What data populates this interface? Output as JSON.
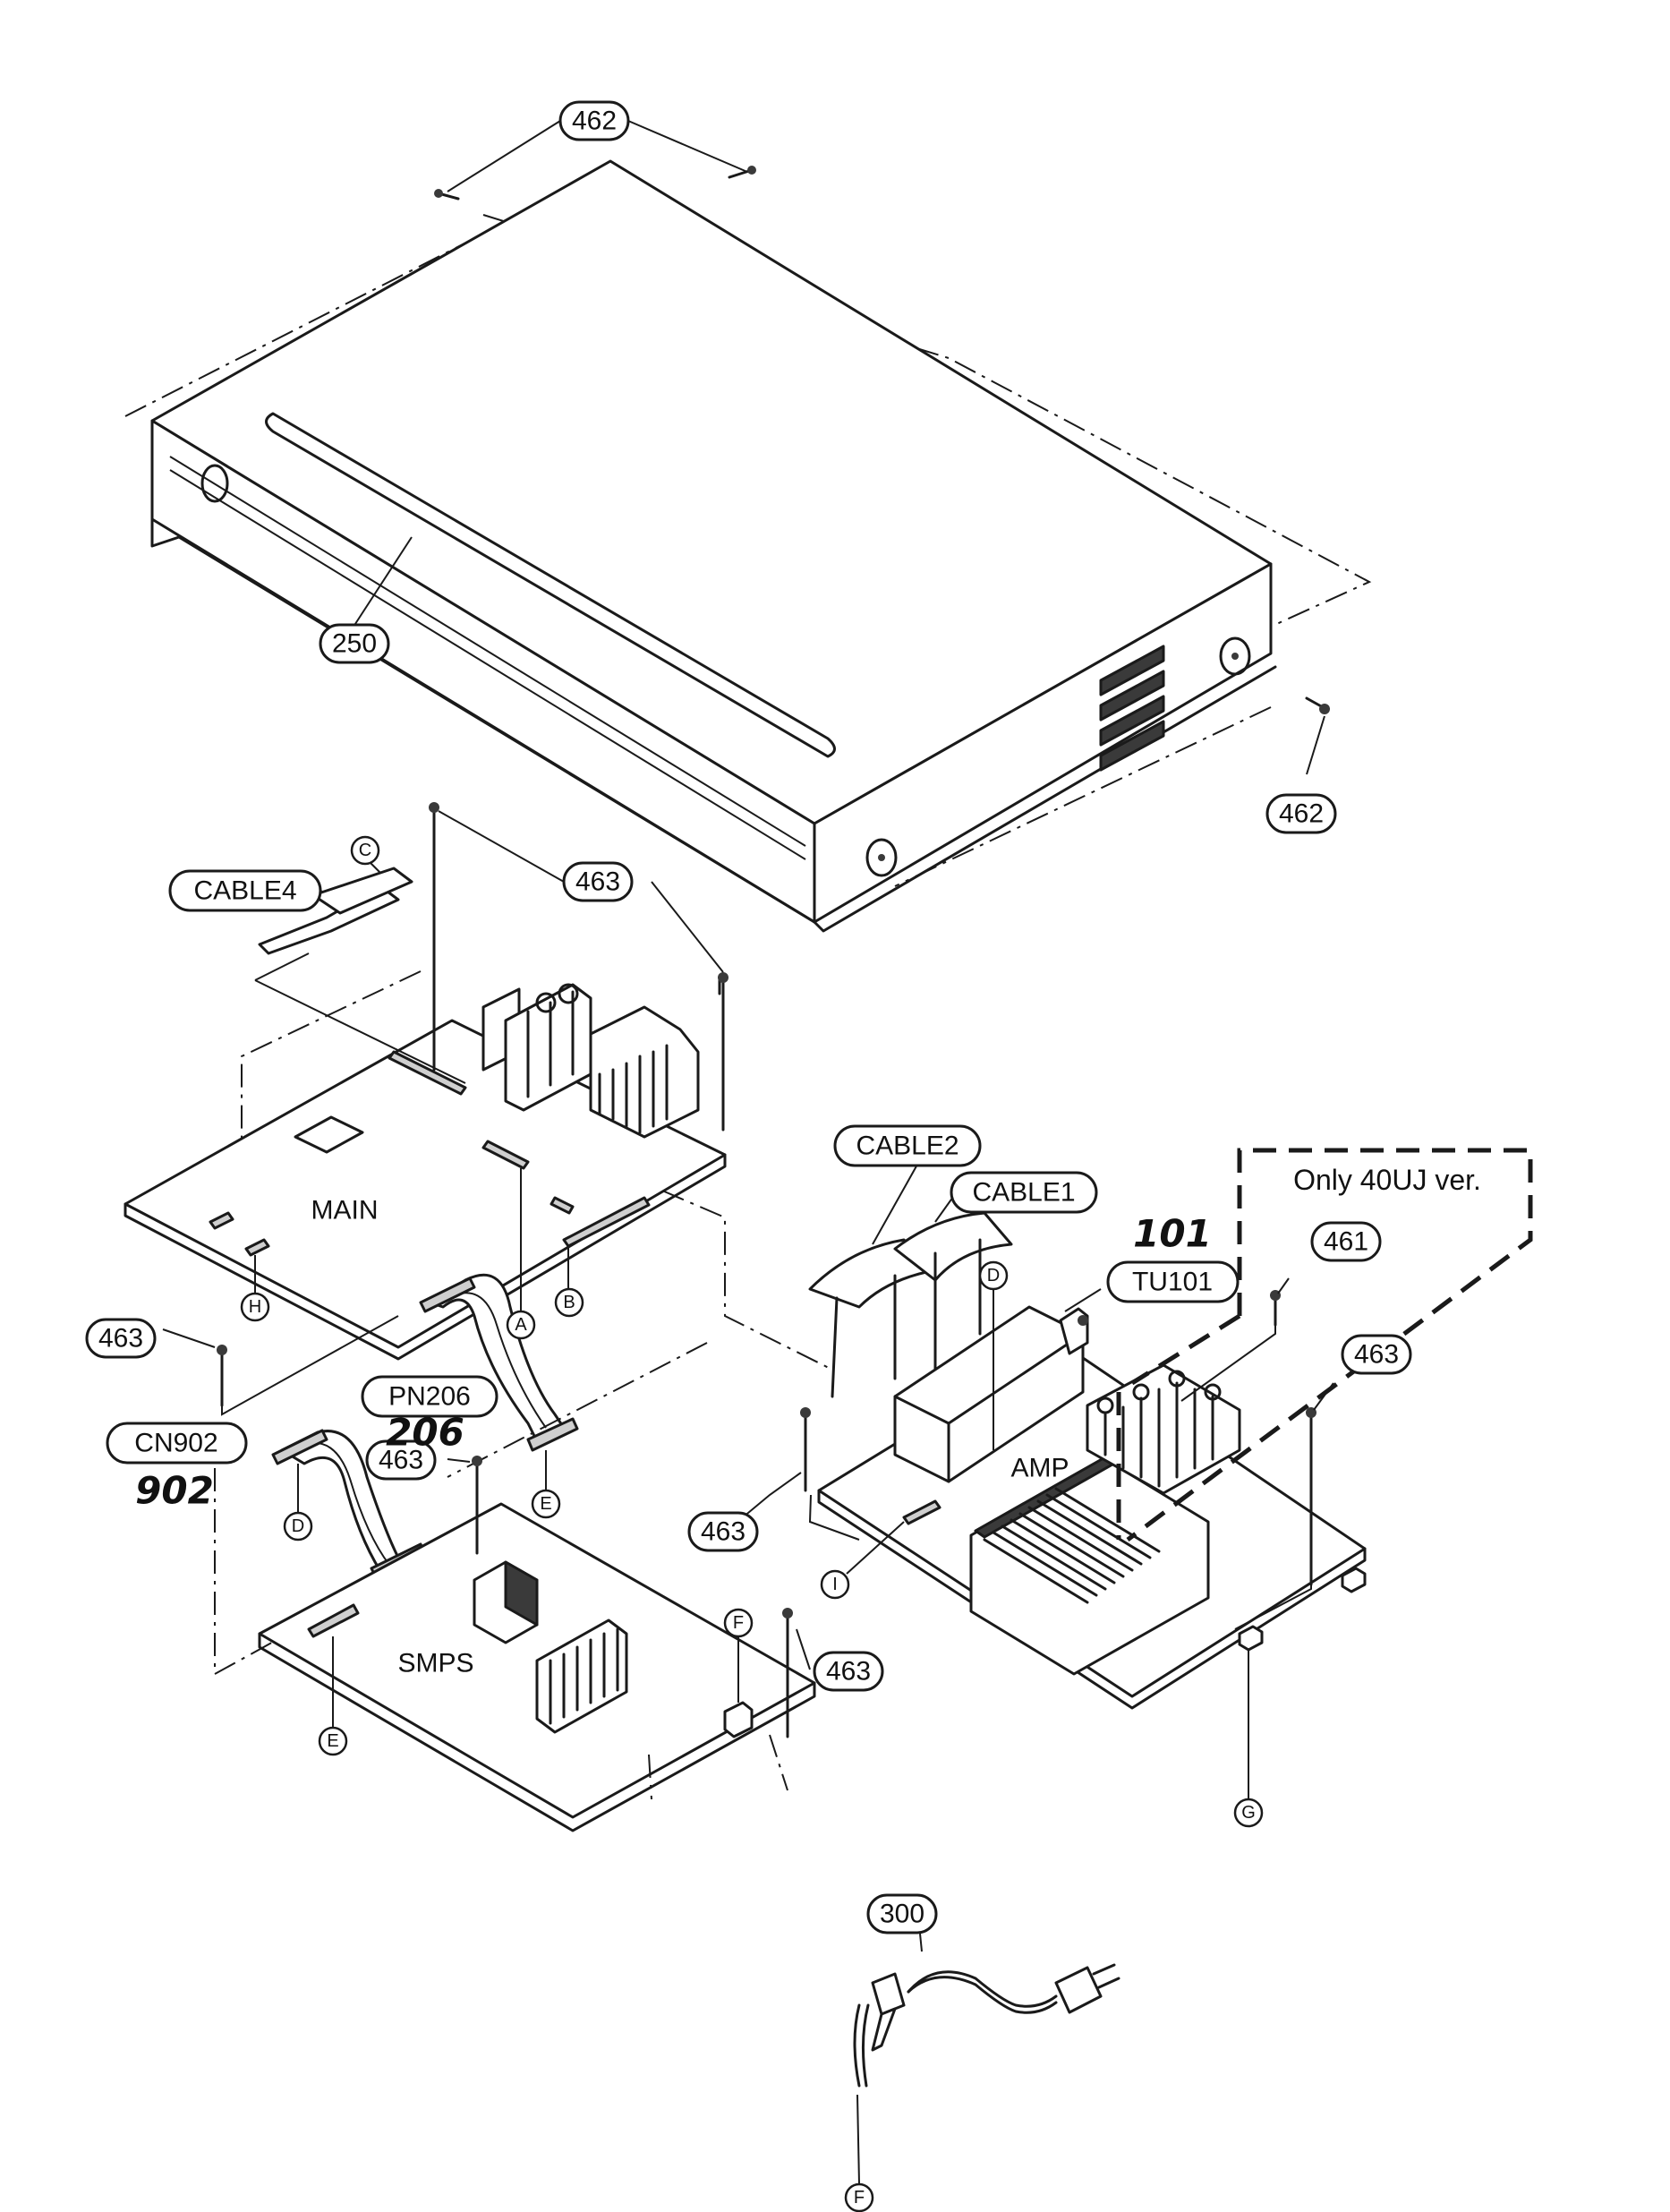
{
  "callouts": {
    "c462_top": "462",
    "c250": "250",
    "c462_right": "462",
    "c463_main_top": "463",
    "c463_left": "463",
    "c463_smps_top": "463",
    "c463_smps_right": "463",
    "c463_amp_left": "463",
    "c463_amp_right": "463",
    "c461": "461",
    "c300": "300",
    "cable4": "CABLE4",
    "cable2": "CABLE2",
    "cable1": "CABLE1",
    "tu101": "TU101",
    "pn206": "PN206",
    "cn902": "CN902"
  },
  "boards": {
    "main": "MAIN",
    "smps": "SMPS",
    "amp": "AMP"
  },
  "note": "Only 40UJ ver.",
  "handwritten": {
    "h101": "101",
    "h206": "206",
    "h902": "902"
  },
  "connectors": {
    "c_top": "C",
    "a": "A",
    "b": "B",
    "h": "H",
    "d_left": "D",
    "e_mid": "E",
    "e_left": "E",
    "f_top": "F",
    "d_amp": "D",
    "i": "I",
    "g": "G",
    "f_bottom": "F"
  }
}
